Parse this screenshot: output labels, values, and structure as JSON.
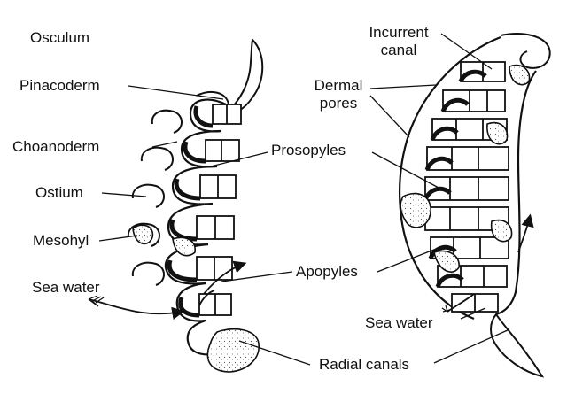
{
  "labels": {
    "osculum": "Osculum",
    "pinacoderm": "Pinacoderm",
    "choanoderm": "Choanoderm",
    "ostium": "Ostium",
    "mesohyl": "Mesohyl",
    "sea_water_left": "Sea water",
    "incurrent_canal_line1": "Incurrent",
    "incurrent_canal_line2": "canal",
    "dermal_pores_line1": "Dermal",
    "dermal_pores_line2": "pores",
    "prosopyles": "Prosopyles",
    "apopyles": "Apopyles",
    "sea_water_right": "Sea water",
    "radial_canals": "Radial canals"
  },
  "colors": {
    "ink": "#111111",
    "paper": "#ffffff",
    "stipple": "#555555"
  }
}
